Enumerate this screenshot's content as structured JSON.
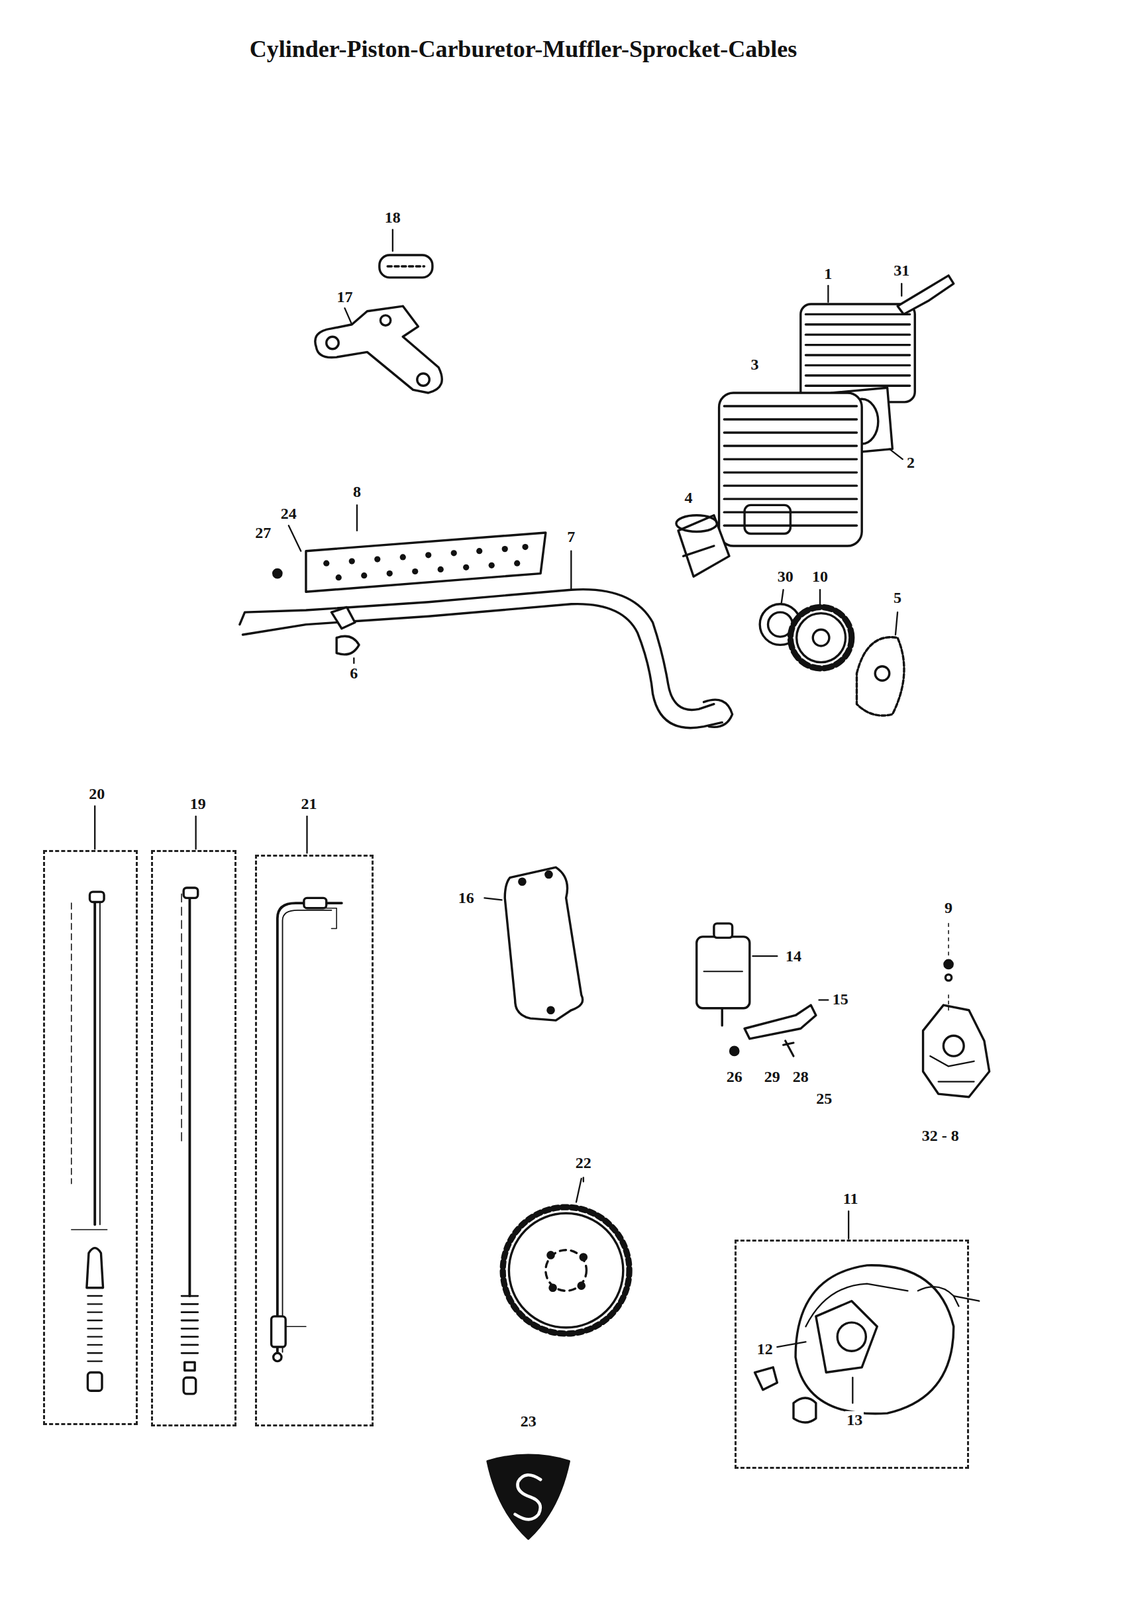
{
  "diagram": {
    "title": "Cylinder-Piston-Carburetor-Muffler-Sprocket-Cables",
    "nodes": [
      {
        "text": [
          "20"
        ]
      },
      {
        "text": [
          "19"
        ]
      },
      {
        "text": [
          "21"
        ]
      },
      {
        "text": [
          "11",
          "12",
          "13"
        ]
      }
    ],
    "edges": [],
    "labels": [
      "18",
      "17",
      "1",
      "31",
      "3",
      "2",
      "4",
      "8",
      "24",
      "27",
      "7",
      "6",
      "30",
      "10",
      "5",
      "16",
      "14",
      "15",
      "9",
      "26",
      "29",
      "28",
      "25",
      "32 - 8",
      "22",
      "23"
    ]
  }
}
